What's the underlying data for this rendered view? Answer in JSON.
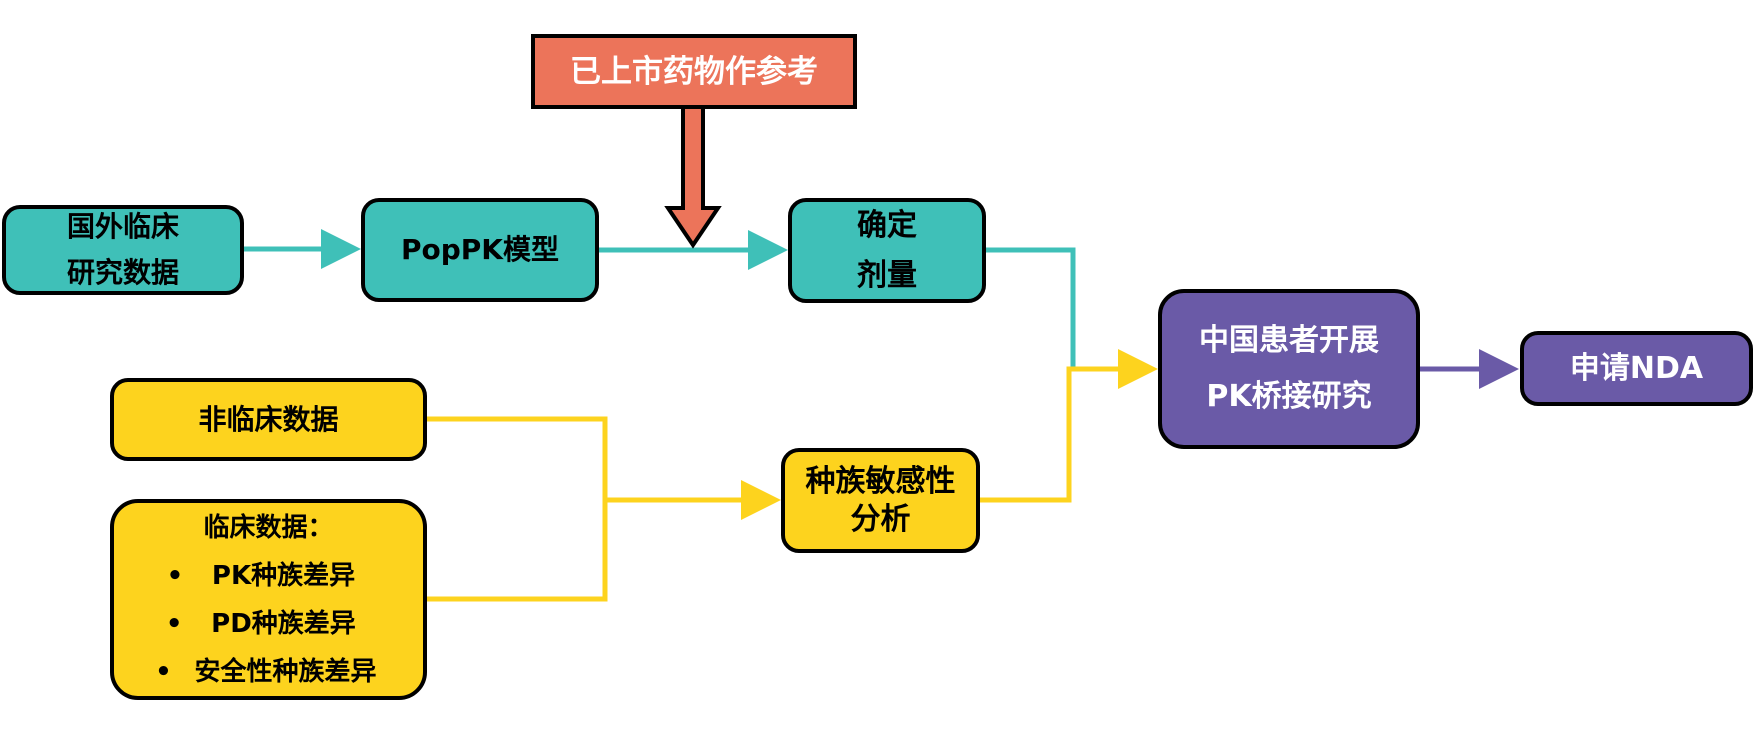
{
  "nodes": {
    "foreign_clinical": {
      "lines": [
        "国外临床",
        "研究数据"
      ]
    },
    "poppk": {
      "label": "PopPK模型"
    },
    "marketed_drug": {
      "label": "已上市药物作参考"
    },
    "dose": {
      "lines": [
        "确定",
        "剂量"
      ]
    },
    "nonclinical": {
      "label": "非临床数据"
    },
    "clinical": {
      "title": "临床数据：",
      "items": [
        "PK种族差异",
        "PD种族差异",
        "安全性种族差异"
      ]
    },
    "ethnic_sensitivity": {
      "lines": [
        "种族敏感性",
        "分析"
      ]
    },
    "bridging": {
      "lines": [
        "中国患者开展",
        "PK桥接研究"
      ]
    },
    "nda": {
      "label": "申请NDA"
    }
  },
  "colors": {
    "teal": "#3FC0B8",
    "yellow": "#FDD31E",
    "purple": "#6A5AA7",
    "orange": "#EC745A"
  }
}
